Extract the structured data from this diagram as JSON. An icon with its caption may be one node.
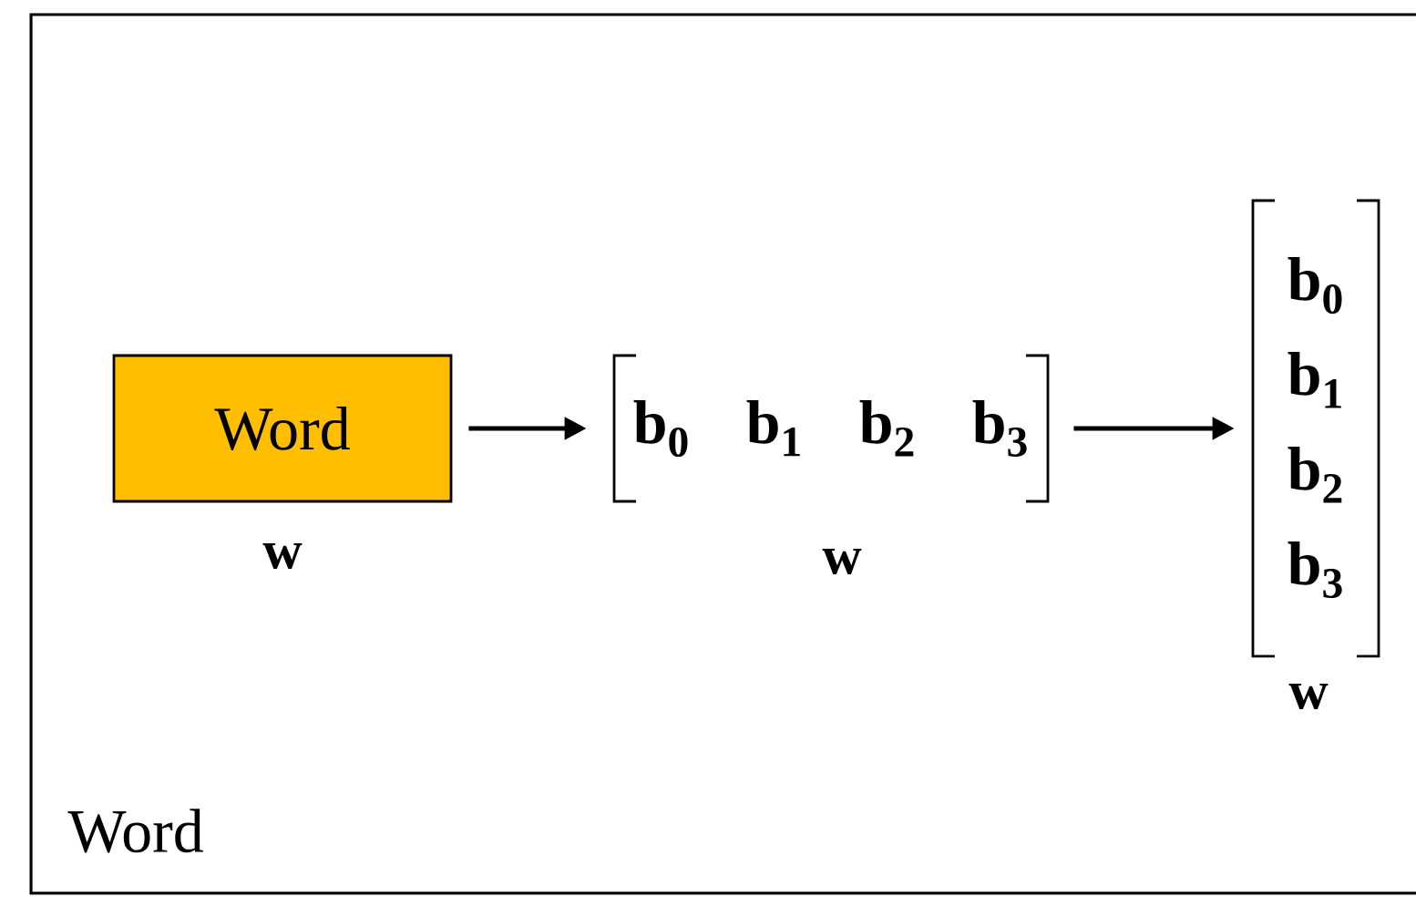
{
  "diagram": {
    "nodes": [
      {
        "text": [
          "Word"
        ],
        "beside": [
          "w"
        ]
      },
      {
        "text": [
          "b$_{0}$",
          "b$_{1}$",
          "b$_{2}$",
          "b$_{3}$"
        ],
        "beside": [
          "w"
        ]
      },
      {
        "text": [
          "b$_{0}$",
          "b$_{1}$",
          "b$_{2}$",
          "b$_{3}$"
        ],
        "beside": [
          "w"
        ]
      }
    ],
    "edges": [
      {
        "from": 0,
        "to": 1,
        "arrow": "to"
      },
      {
        "from": 1,
        "to": 2,
        "arrow": "to"
      }
    ],
    "labels": [
      "Word"
    ]
  }
}
